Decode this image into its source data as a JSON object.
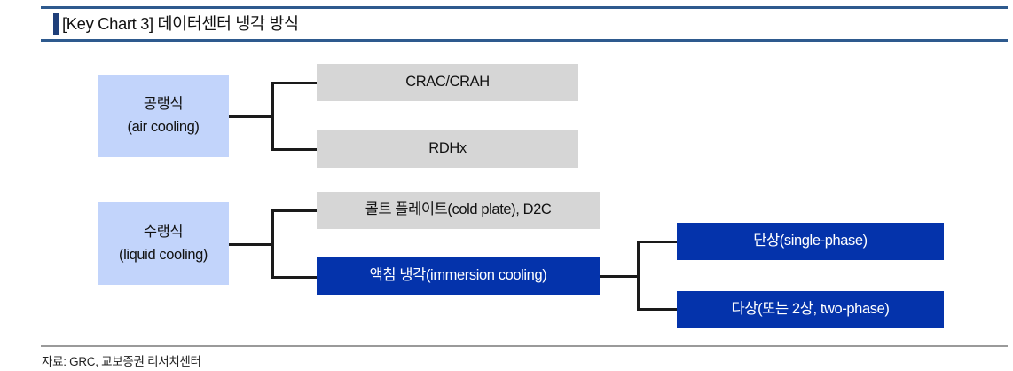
{
  "header": {
    "tick_icon": "left-bracket-bar-icon",
    "title": "[Key Chart 3] 데이터센터 냉각 방식"
  },
  "diagram": {
    "nodes": [
      {
        "id": "air-cooling",
        "line1": "공랭식",
        "line2": "(air cooling)",
        "style": "light"
      },
      {
        "id": "crac-crah",
        "line1": "CRAC/CRAH",
        "line2": "",
        "style": "gray"
      },
      {
        "id": "rdhx",
        "line1": "RDHx",
        "line2": "",
        "style": "gray"
      },
      {
        "id": "liquid-cooling",
        "line1": "수랭식",
        "line2": "(liquid cooling)",
        "style": "light"
      },
      {
        "id": "cold-plate",
        "line1": "콜트 플레이트(cold plate), D2C",
        "line2": "",
        "style": "gray"
      },
      {
        "id": "immersion-cooling",
        "line1": "액침 냉각(immersion cooling)",
        "line2": "",
        "style": "blue"
      },
      {
        "id": "single-phase",
        "line1": "단상(single-phase)",
        "line2": "",
        "style": "blue"
      },
      {
        "id": "two-phase",
        "line1": "다상(또는 2상, two-phase)",
        "line2": "",
        "style": "blue"
      }
    ]
  },
  "footer": {
    "source": "자료: GRC, 교보증권 리서치센터"
  },
  "colors": {
    "accent_navy": "#2e5a8e",
    "node_light_blue": "#c2d4fb",
    "node_gray": "#d6d6d6",
    "node_blue": "#0433ab",
    "connector": "#1a1a1a",
    "footer_rule": "#9a9a9a"
  }
}
